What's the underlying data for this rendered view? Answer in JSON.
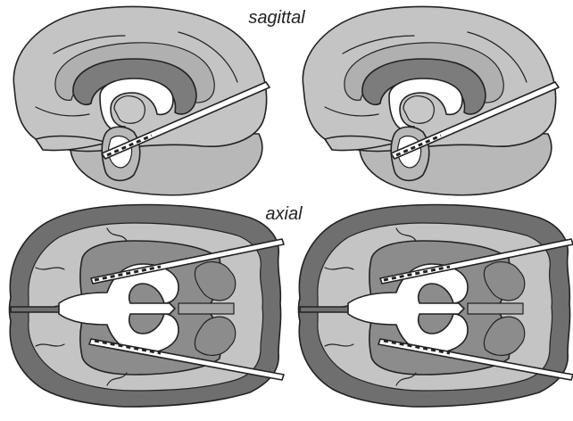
{
  "labels": {
    "sagittal": "sagittal",
    "axial": "axial"
  },
  "colors": {
    "background": "#ffffff",
    "outline": "#222222",
    "tissue_light": "#c4c4c4",
    "tissue_mid": "#a6a6a6",
    "tissue_dark": "#7c7c7c",
    "cortex_dark": "#6f6f6f",
    "ventricle": "#ffffff",
    "electrode_fill": "#ffffff"
  },
  "panels": [
    {
      "view": "sagittal",
      "position": "top-left",
      "electrodes": 1
    },
    {
      "view": "sagittal",
      "position": "top-right",
      "electrodes": 1
    },
    {
      "view": "axial",
      "position": "bottom-left",
      "electrodes": 2
    },
    {
      "view": "axial",
      "position": "bottom-right",
      "electrodes": 2
    }
  ]
}
